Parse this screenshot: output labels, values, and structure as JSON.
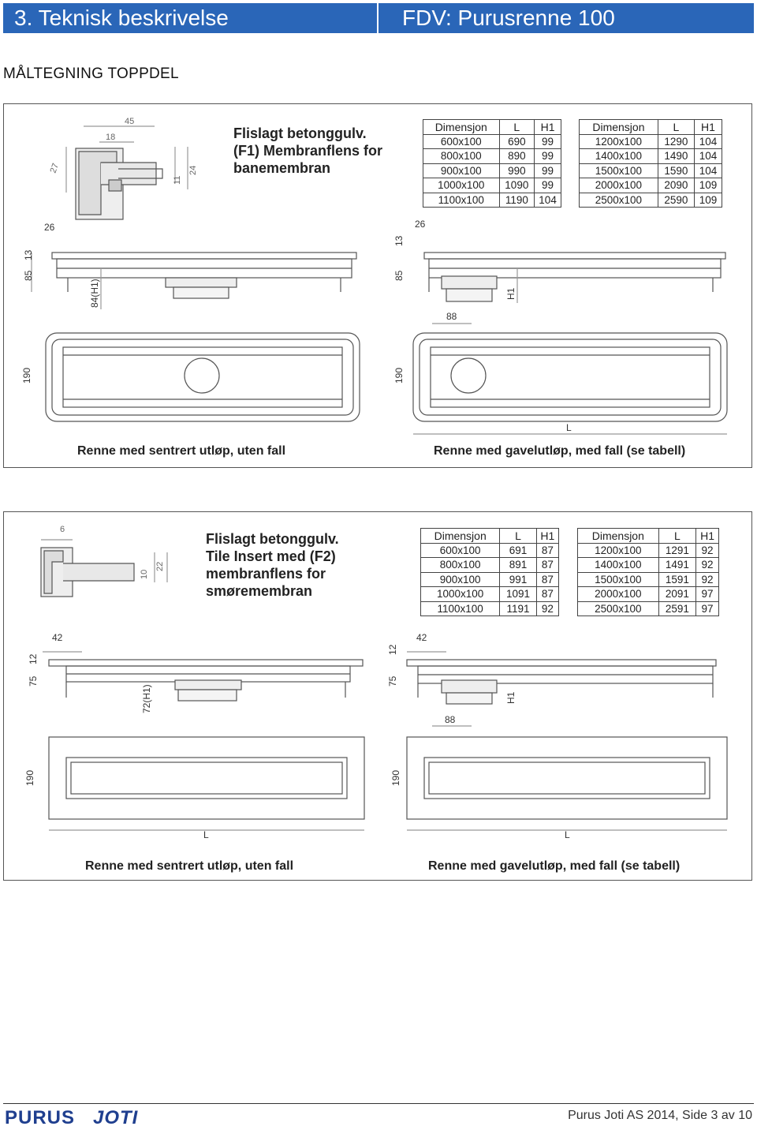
{
  "header": {
    "chapter": "3. Teknisk beskrivelse",
    "document": "FDV: Purusrenne 100"
  },
  "section_title": "MÅLTEGNING TOPPDEL",
  "f1": {
    "desc_lines": [
      "Flislagt betonggulv.",
      "(F1) Membranflens for",
      "banemembran"
    ],
    "columns": [
      "Dimensjon",
      "L",
      "H1"
    ],
    "table_left": [
      [
        "600x100",
        "690",
        "99"
      ],
      [
        "800x100",
        "890",
        "99"
      ],
      [
        "900x100",
        "990",
        "99"
      ],
      [
        "1000x100",
        "1090",
        "99"
      ],
      [
        "1100x100",
        "1190",
        "104"
      ]
    ],
    "table_right": [
      [
        "1200x100",
        "1290",
        "104"
      ],
      [
        "1400x100",
        "1490",
        "104"
      ],
      [
        "1500x100",
        "1590",
        "104"
      ],
      [
        "2000x100",
        "2090",
        "109"
      ],
      [
        "2500x100",
        "2590",
        "109"
      ]
    ],
    "profile_dims": {
      "d45": "45",
      "d18": "18",
      "d27": "27",
      "d11": "11",
      "d24": "24"
    },
    "side_dims": {
      "d26a": "26",
      "d26b": "26",
      "d13a": "13",
      "d85a": "85",
      "d13b": "13",
      "d85b": "85",
      "h1a": "84(H1)",
      "h1b": "H1",
      "d88": "88"
    },
    "plan_dims": {
      "w1": "190",
      "w2": "190",
      "L": "L"
    },
    "caption_left": "Renne med sentrert utløp, uten fall",
    "caption_right": "Renne med gavelutløp, med fall (se tabell)"
  },
  "f2": {
    "desc_lines": [
      "Flislagt betonggulv.",
      "Tile Insert med (F2)",
      "membranflens for",
      "smøremembran"
    ],
    "columns": [
      "Dimensjon",
      "L",
      "H1"
    ],
    "table_left": [
      [
        "600x100",
        "691",
        "87"
      ],
      [
        "800x100",
        "891",
        "87"
      ],
      [
        "900x100",
        "991",
        "87"
      ],
      [
        "1000x100",
        "1091",
        "87"
      ],
      [
        "1100x100",
        "1191",
        "92"
      ]
    ],
    "table_right": [
      [
        "1200x100",
        "1291",
        "92"
      ],
      [
        "1400x100",
        "1491",
        "92"
      ],
      [
        "1500x100",
        "1591",
        "92"
      ],
      [
        "2000x100",
        "2091",
        "97"
      ],
      [
        "2500x100",
        "2591",
        "97"
      ]
    ],
    "profile_dims": {
      "d6": "6",
      "d10": "10",
      "d22": "22"
    },
    "side_dims": {
      "d42a": "42",
      "d42b": "42",
      "d12a": "12",
      "d75a": "75",
      "d12b": "12",
      "d75b": "75",
      "h1a": "72(H1)",
      "h1b": "H1",
      "d88": "88"
    },
    "plan_dims": {
      "w1": "190",
      "w2": "190",
      "L1": "L",
      "L2": "L"
    },
    "caption_left": "Renne med sentrert utløp, uten fall",
    "caption_right": "Renne med gavelutløp, med fall (se tabell)"
  },
  "footer": {
    "logo_purus": "PURUS",
    "logo_joti": "JOTI",
    "text": "Purus Joti AS 2014, Side 3 av 10"
  }
}
